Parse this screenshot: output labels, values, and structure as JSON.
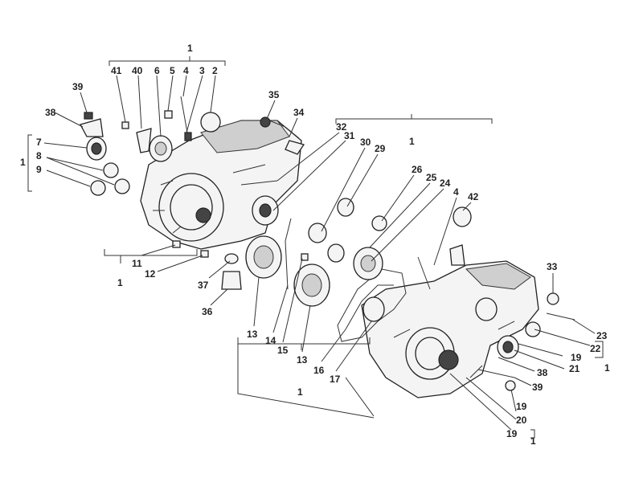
{
  "diagram": {
    "labels": [
      {
        "text": "1"
      },
      {
        "text": "41"
      },
      {
        "text": "40"
      },
      {
        "text": "6"
      },
      {
        "text": "5"
      },
      {
        "text": "4"
      },
      {
        "text": "3"
      },
      {
        "text": "2"
      },
      {
        "text": "39"
      },
      {
        "text": "35"
      },
      {
        "text": "34"
      },
      {
        "text": "38"
      },
      {
        "text": "7"
      },
      {
        "text": "8"
      },
      {
        "text": "1"
      },
      {
        "text": "9"
      },
      {
        "text": "32"
      },
      {
        "text": "31"
      },
      {
        "text": "30"
      },
      {
        "text": "29"
      },
      {
        "text": "1"
      },
      {
        "text": "26"
      },
      {
        "text": "25"
      },
      {
        "text": "24"
      },
      {
        "text": "4"
      },
      {
        "text": "42"
      },
      {
        "text": "11"
      },
      {
        "text": "12"
      },
      {
        "text": "1"
      },
      {
        "text": "37"
      },
      {
        "text": "36"
      },
      {
        "text": "13"
      },
      {
        "text": "14"
      },
      {
        "text": "15"
      },
      {
        "text": "13"
      },
      {
        "text": "16"
      },
      {
        "text": "17"
      },
      {
        "text": "1"
      },
      {
        "text": "33"
      },
      {
        "text": "23"
      },
      {
        "text": "22"
      },
      {
        "text": "19"
      },
      {
        "text": "21"
      },
      {
        "text": "1"
      },
      {
        "text": "38"
      },
      {
        "text": "39"
      },
      {
        "text": "19"
      },
      {
        "text": "20"
      },
      {
        "text": "19"
      },
      {
        "text": "1"
      }
    ]
  }
}
